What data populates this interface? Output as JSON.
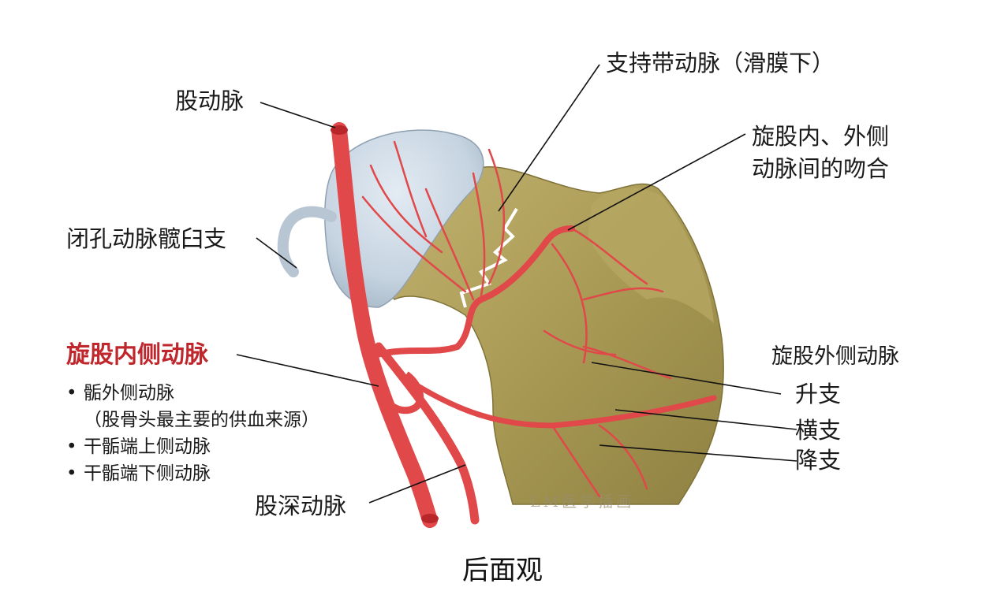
{
  "view_title": "后面观",
  "watermark": "LM医学插画",
  "colors": {
    "artery": "#e0484a",
    "artery_dark": "#b8262a",
    "bone": "#a89a56",
    "bone_light": "#c9bb7c",
    "cartilage": "#c8d6e4",
    "highlight_label": "#c0272d"
  },
  "labels": {
    "femoral_artery": "股动脉",
    "retinacular_artery": "支持带动脉（滑膜下）",
    "anastomosis_line1": "旋股内、外侧",
    "anastomosis_line2": "动脉间的吻合",
    "obturator_branch": "闭孔动脉髋臼支",
    "medial_circumflex": "旋股内侧动脉",
    "medial_branches": [
      "骺外侧动脉",
      "（股骨头最主要的供血来源）",
      "干骺端上侧动脉",
      "干骺端下侧动脉"
    ],
    "lateral_circumflex": "旋股外侧动脉",
    "ascending_branch": "升支",
    "transverse_branch": "横支",
    "descending_branch": "降支",
    "deep_femoral": "股深动脉"
  }
}
